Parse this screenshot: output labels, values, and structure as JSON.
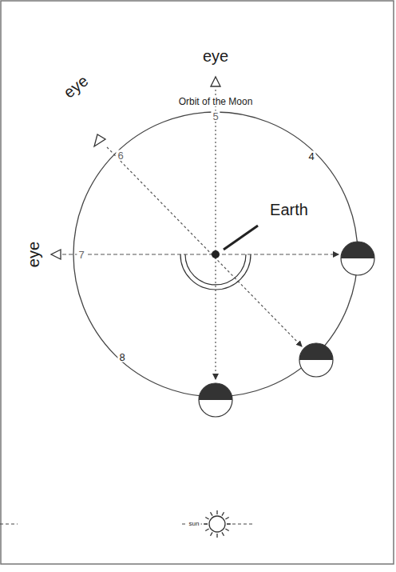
{
  "diagram": {
    "labels": [
      "eye",
      "eye",
      "eye",
      "Orbit of the Moon",
      "5",
      "4",
      "6",
      "7",
      "8",
      "Earth",
      "sun"
    ]
  }
}
